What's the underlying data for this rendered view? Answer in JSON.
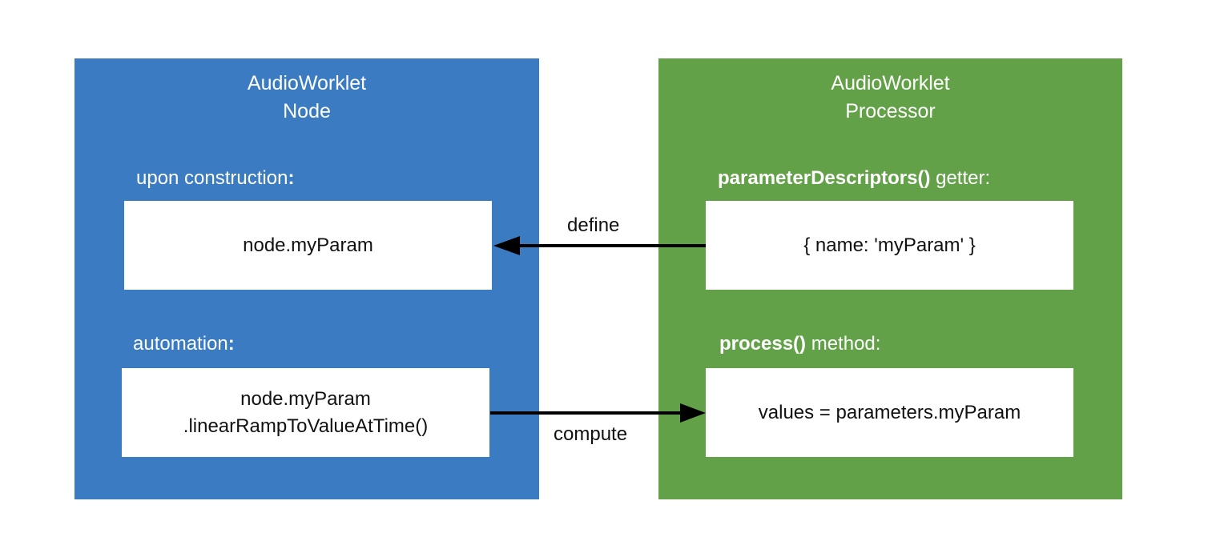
{
  "node": {
    "title_line1": "AudioWorklet",
    "title_line2": "Node",
    "construction_label": "upon construction",
    "construction_colon": ":",
    "construction_box": "node.myParam",
    "automation_label": "automation",
    "automation_colon": ":",
    "automation_box_line1": "node.myParam",
    "automation_box_line2": ".linearRampToValueAtTime()"
  },
  "processor": {
    "title_line1": "AudioWorklet",
    "title_line2": "Processor",
    "descriptors_label_bold": "parameterDescriptors()",
    "descriptors_label_rest": " getter:",
    "descriptors_box": "{ name: 'myParam' }",
    "process_label_bold": "process()",
    "process_label_rest": " method:",
    "process_box": "values = parameters.myParam"
  },
  "edges": {
    "define_label": "define",
    "compute_label": "compute"
  },
  "colors": {
    "node_panel": "#3a7bc1",
    "processor_panel": "#62a147",
    "arrow": "#000000"
  }
}
